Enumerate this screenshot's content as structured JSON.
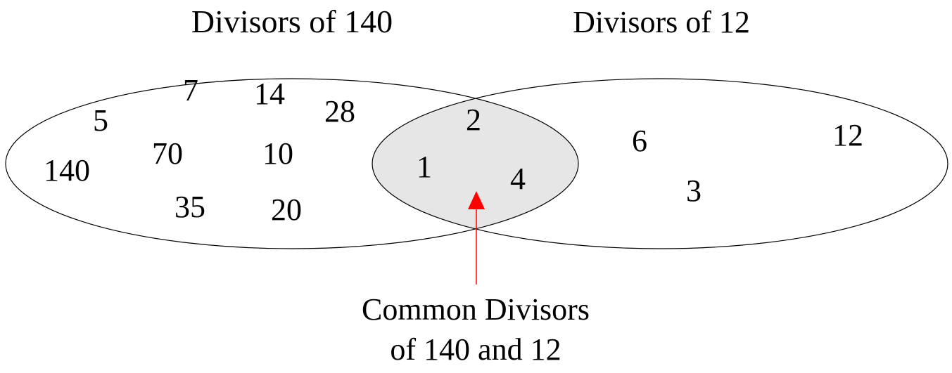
{
  "sets": {
    "left": {
      "title": "Divisors of 140",
      "elements": [
        "7",
        "14",
        "28",
        "5",
        "70",
        "10",
        "140",
        "35",
        "20"
      ]
    },
    "right": {
      "title": "Divisors of 12",
      "elements": [
        "6",
        "12",
        "3"
      ]
    },
    "intersection": {
      "elements": [
        "2",
        "1",
        "4"
      ]
    }
  },
  "caption": {
    "line1": "Common Divisors",
    "line2": "of 140 and 12"
  },
  "colors": {
    "intersection_fill": "#e6e6e6",
    "outline": "#000000",
    "arrow": "#ff0000",
    "text": "#000000"
  }
}
